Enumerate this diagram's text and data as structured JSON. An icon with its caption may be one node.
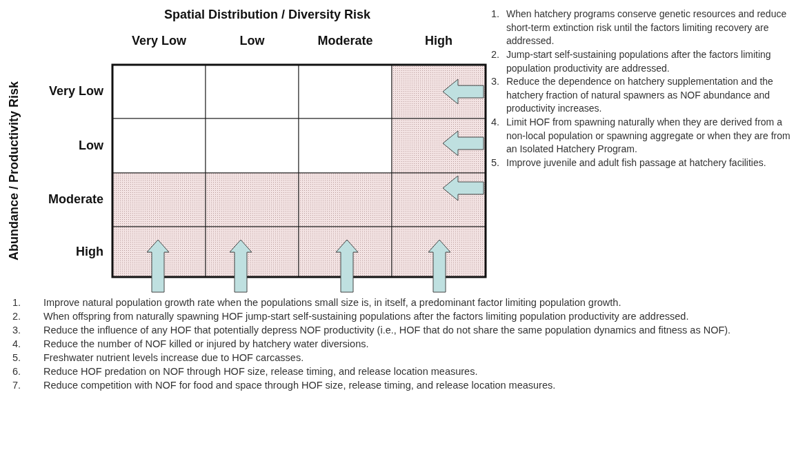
{
  "diagram": {
    "labels": [
      "Spatial Distribution / Diversity Risk",
      "Abundance / Productivity Risk",
      "Very Low",
      "Low",
      "Moderate",
      "High",
      "Very Low",
      "Low",
      "Moderate",
      "High",
      "1.",
      "When hatchery programs conserve genetic resources and reduce short-term extinction risk until the factors limiting recovery are addressed.",
      "2.",
      "Jump-start self-sustaining populations after the factors limiting population productivity are addressed.",
      "3.",
      "Reduce the dependence on hatchery supplementation and the hatchery fraction of natural spawners as NOF abundance and productivity increases.",
      "4.",
      "Limit HOF from spawning naturally when they are derived from a non-local population or spawning aggregate or when they are from an Isolated Hatchery Program.",
      "5.",
      "Improve juvenile and adult fish passage at hatchery facilities.",
      "1.",
      "Improve natural population growth rate when the populations small size is, in itself, a predominant factor limiting population growth.",
      "2.",
      "When offspring from naturally spawning HOF jump-start self-sustaining populations after the factors limiting population productivity are addressed.",
      "3.",
      "Reduce the influence of any HOF that potentially depress NOF productivity (i.e., HOF that do not share the same population dynamics and fitness as NOF).",
      "4.",
      "Reduce the number of NOF killed or injured by hatchery water diversions.",
      "5.",
      "Freshwater nutrient levels increase due to HOF carcasses.",
      "6.",
      "Reduce HOF predation on NOF through HOF size, release timing, and release location measures.",
      "7.",
      "Reduce competition with NOF for food and space through HOF size, release timing, and release location measures."
    ]
  }
}
